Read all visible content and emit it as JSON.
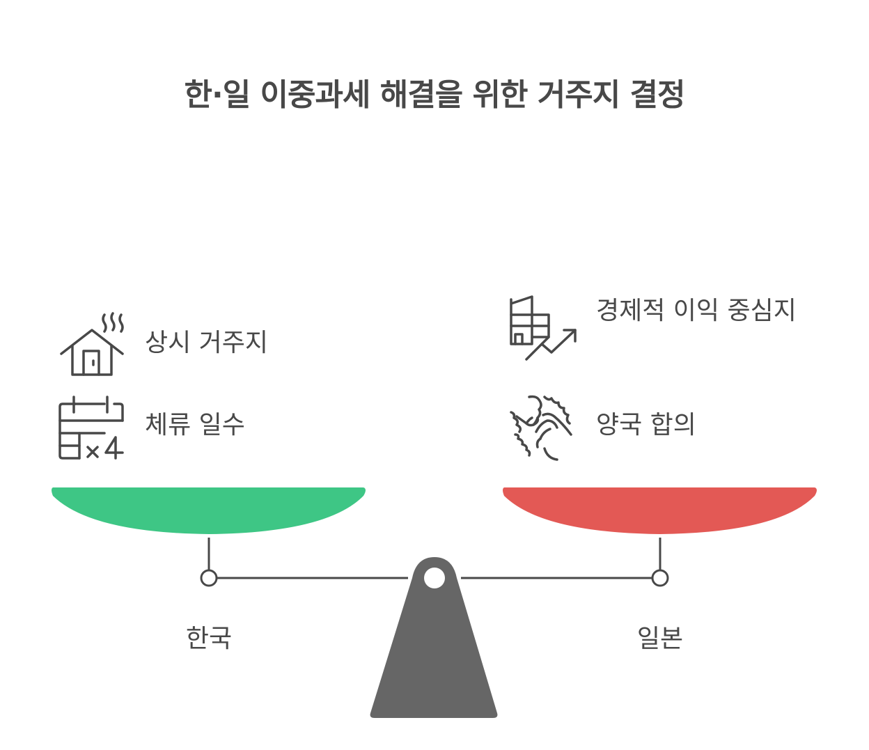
{
  "title": "한·일 이중과세 해결을 위한 거주지 결정",
  "left": {
    "country": "한국",
    "color": "#3EC685",
    "items": [
      {
        "label": "상시 거주지",
        "icon": "house-icon"
      },
      {
        "label": "체류 일수",
        "icon": "calendar-x4-icon"
      }
    ]
  },
  "right": {
    "country": "일본",
    "color": "#E35955",
    "items": [
      {
        "label": "경제적 이익 중심지",
        "icon": "building-growth-icon"
      },
      {
        "label": "양국 합의",
        "icon": "handshake-icon"
      }
    ]
  },
  "colors": {
    "text": "#484848",
    "fulcrum": "#666666",
    "beam": "#484848"
  }
}
